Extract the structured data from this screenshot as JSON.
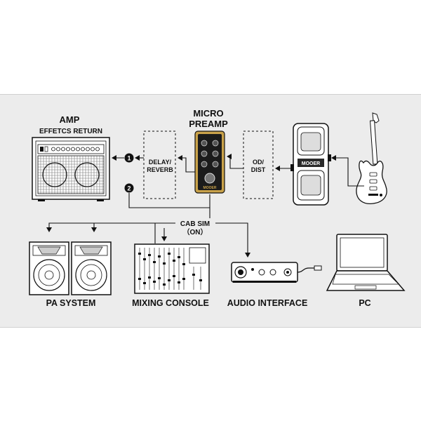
{
  "amp": {
    "title": "AMP",
    "subtitle": "EFFETCS RETURN"
  },
  "preamp": {
    "title_line1": "MICRO",
    "title_line2": "PREAMP",
    "brand": "MOOER"
  },
  "delay_box": {
    "line1": "DELAY/",
    "line2": "REVERB"
  },
  "od_box": {
    "line1": "OD/",
    "line2": "DIST"
  },
  "pedal": {
    "brand": "MOOER"
  },
  "markers": {
    "one": "1",
    "two": "2"
  },
  "cab_sim": {
    "line1": "CAB SIM",
    "line2": "（ON）"
  },
  "outputs": {
    "pa_system": "PA SYSTEM",
    "mixing_console": "MIXING CONSOLE",
    "audio_interface": "AUDIO INTERFACE",
    "pc": "PC"
  },
  "colors": {
    "panel": "#ececec",
    "ink": "#111111",
    "preamp_trim": "#c9a24a",
    "cable": "#222222"
  }
}
